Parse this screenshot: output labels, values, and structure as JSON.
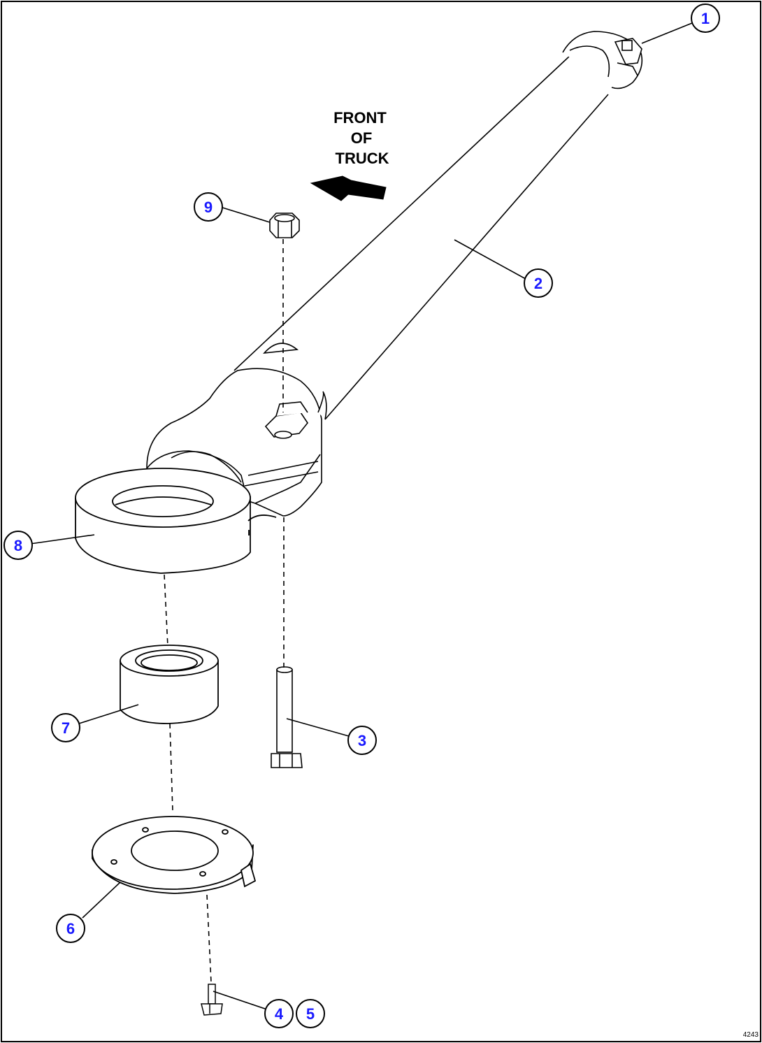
{
  "direction_label": {
    "line1": "FRONT",
    "line2": "OF",
    "line3": "TRUCK"
  },
  "figure_id": "4243",
  "callouts": [
    {
      "id": "1",
      "text": "1"
    },
    {
      "id": "2",
      "text": "2"
    },
    {
      "id": "3",
      "text": "3"
    },
    {
      "id": "4",
      "text": "4"
    },
    {
      "id": "5",
      "text": "5"
    },
    {
      "id": "6",
      "text": "6"
    },
    {
      "id": "7",
      "text": "7"
    },
    {
      "id": "8",
      "text": "8"
    },
    {
      "id": "9",
      "text": "9"
    }
  ],
  "colors": {
    "callout_number": "#1a1aff",
    "line": "#000000",
    "border": "#000000"
  }
}
